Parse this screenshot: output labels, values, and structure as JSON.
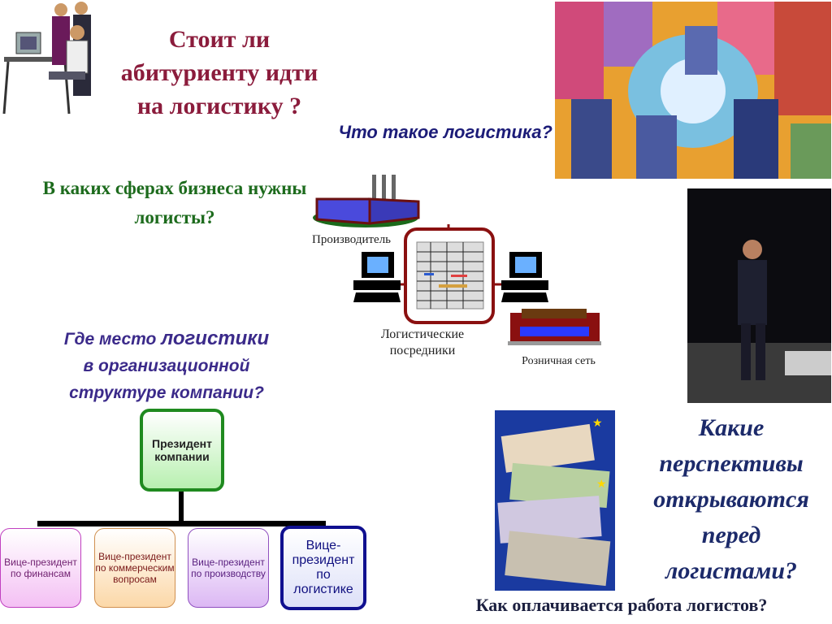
{
  "title": {
    "line1": "Стоит ли",
    "line2": "абитуриенту идти",
    "line3": "на логистику ?"
  },
  "q_what": "Что такое логистика?",
  "q_spheres": {
    "line1": "В каких сферах бизнеса нужны",
    "line2": "логисты?"
  },
  "q_place": {
    "part1": "Где место ",
    "part2": "логистики",
    "line2": "в организационной",
    "line3": "структуре компании?"
  },
  "diagram": {
    "producer": "Производитель",
    "intermediaries1": "Логистические",
    "intermediaries2": "посредники",
    "retail": "Розничная сеть"
  },
  "org": {
    "president": "Президент компании",
    "vp": [
      "Вице-президент по финансам",
      "Вице-президент по коммерческим вопросам",
      "Вице-президент по производству",
      "Вице-президент по логистике"
    ]
  },
  "q_prospects": [
    "Какие",
    "перспективы",
    "открываются",
    "перед",
    "логистами?"
  ],
  "q_pay": "Как оплачивается работа логистов?"
}
